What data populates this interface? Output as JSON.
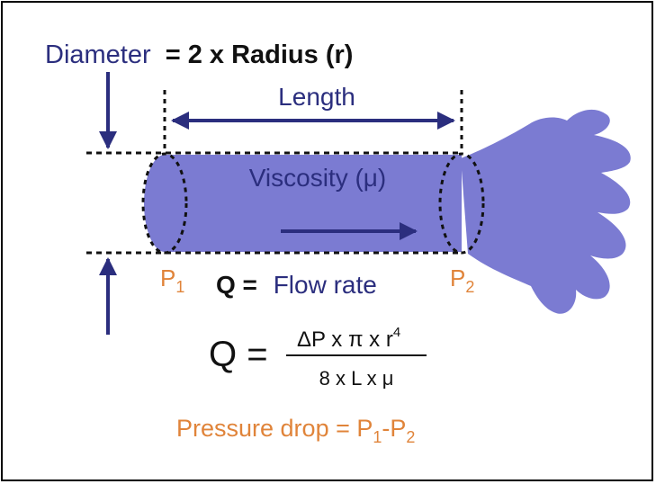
{
  "diagram": {
    "diameter_label": "Diameter",
    "diameter_equation": "= 2 x Radius (r)",
    "length_label": "Length",
    "viscosity_label": "Viscosity (μ)",
    "p1": {
      "main": "P",
      "sub": "1"
    },
    "p2": {
      "main": "P",
      "sub": "2"
    },
    "q_symbol": "Q =",
    "flow_rate_label": "Flow rate",
    "formula": {
      "lhs": "Q =",
      "numerator_main": "ΔP x π x r",
      "numerator_sup": "4",
      "denominator": "8 x L x μ"
    },
    "pressure_drop": {
      "label": "Pressure drop = P",
      "sub1": "1",
      "mid": "-P",
      "sub2": "2"
    }
  },
  "colors": {
    "navy": "#2b2e7e",
    "tube_fill": "#7b7bd2",
    "orange": "#e0843a",
    "black": "#111111"
  }
}
